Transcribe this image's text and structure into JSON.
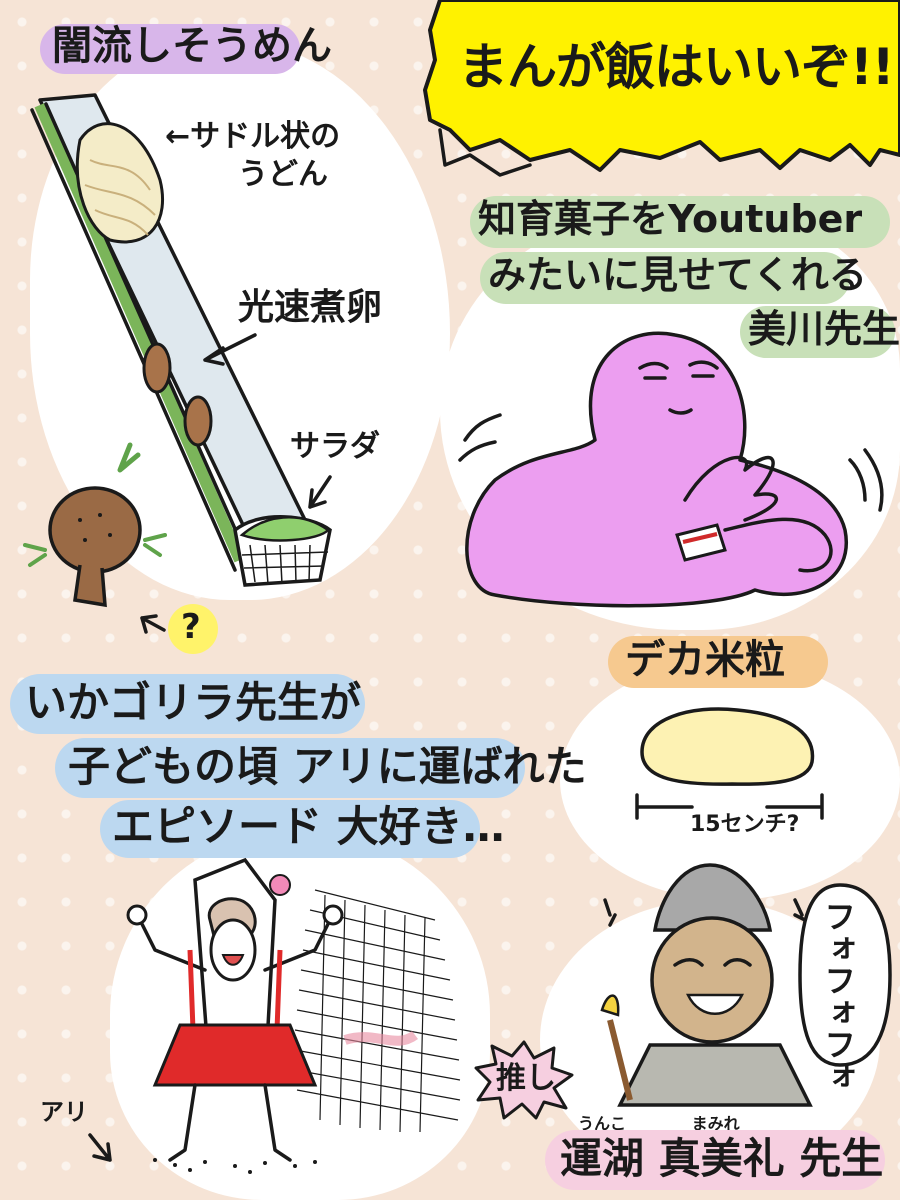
{
  "title_banner": {
    "text": "まんが飯はいいぞ!!",
    "bg": "#fff200"
  },
  "section_somen": {
    "title": "闇流しそうめん",
    "label_udon": "←サドル状の",
    "label_udon2": "うどん",
    "label_egg": "光速煮卵",
    "label_salad": "サラダ",
    "question": "?"
  },
  "section_sweets": {
    "line1": "知育菓子をYoutuber",
    "line2": "みたいに見せてくれる",
    "line3": "美川先生"
  },
  "section_rice": {
    "title": "デカ米粒",
    "size_label": "15センチ?"
  },
  "section_ika": {
    "line1": "いかゴリラ先生が",
    "line2": "子どもの頃 アリに運ばれた",
    "line3": "エピソード 大好き…",
    "ant_label": "アリ"
  },
  "section_unko": {
    "laugh": "フォフォフォ",
    "oshi": "推し",
    "furigana": "うんこ まみれ",
    "name": "運湖 真美礼 先生"
  },
  "colors": {
    "purple_hl": "#d8b6ea",
    "green_hl": "#c8e0b8",
    "orange_hl": "#f6c98f",
    "blue_hl": "#bcd8f0",
    "pink_hl": "#f6cfe0",
    "yellow_hl": "#fff36a",
    "pink_char": "#ec9ef0"
  }
}
